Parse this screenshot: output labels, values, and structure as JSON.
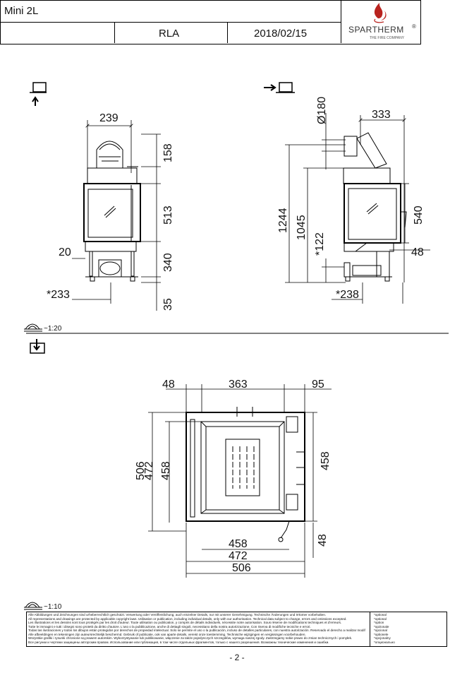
{
  "title_block": {
    "model": "Mini 2L",
    "code": "RLA",
    "date": "2018/02/15",
    "brand": "SPARTHERM",
    "brand_mark": "®",
    "brand_sub": "THE FIRE COMPANY"
  },
  "views": {
    "front": {
      "dims": {
        "top_width": "239",
        "top_height": "158",
        "glass_height": "513",
        "left_offset": "20",
        "base_height": "340",
        "base_width": "*233",
        "foot_height": "35"
      }
    },
    "side": {
      "dims": {
        "flue_diameter": "Ø180",
        "flue_offset": "333",
        "total_height": "1244",
        "inner_height": "1045",
        "air_inlet_height": "*122",
        "door_height": "540",
        "door_offset": "48",
        "base_depth": "*238"
      }
    },
    "scale_1": "~1:20",
    "plan": {
      "dims": {
        "top_left": "48",
        "top_mid": "363",
        "top_right": "95",
        "left_outer": "506",
        "left_mid": "472",
        "left_inner": "458",
        "right": "458",
        "bottom_1": "458",
        "bottom_2": "472",
        "bottom_3": "506",
        "bottom_right": "48"
      }
    },
    "scale_2": "~1:10"
  },
  "disclaimer": {
    "lines": [
      "Alle Abbildungen und Zeichnungen sind urheberrechtlich geschützt. Verwertung oder Veröffentlichung, auch einzelner Details, nur mit unserer Genehmigung. Technische Änderungen und Irrtümer vorbehalten.",
      "All representations and drawings are protected by applicable copyright laws. Utilisation or publication, including individual details, only with our authorisation. Technical data subject to change, errors and omissions excepted.",
      "Les illustrations et les dessins sont tous protégés par les droit d'auteur. Toute utilisation ou publication, y compris de détails individuels, nécessite notre autorisation. Sous réserve de modifications techniques et d'erreurs.",
      "Tutte le immagini e tutti i disegni sono protetti da diritto d'autore. L'uso o la pubblicazione, anche di dettagli singoli, necessitano della nostra autorizzazione. Con riserva di modifiche tecniche e errori.",
      "Todas las ilustraciones y todos los dibujos están protegidos por derechos de propiedad intelectual. Solo se permite el uso o la publicación, incluso de detalles particulares, con nuestra autorización. Reservado el derecho a realizar modificaciones técnicas y corrección de errores.",
      "Alle afbeeldingen en tekeningen zijn auteursrechtelijk beschermd. Gebruik of publicatie, ook van aparte details, vereist onze toestemming. Technische wijzigingen en vergissingen voorbehouden.",
      "Wszystkie grafiki i rysunki chronione są prawem autorskim. Wykorzystywanie lub publikowanie, włączenie za także pojedynczych szczegółów, wymaga naszej zgody. Zastrzegamy sobie prawo do zmian technicznych i pomyłek.",
      "Все рисунки и чертежи защищены авторским правом. Использование или публикация, в том числе отдельных фрагментов, только с нашего разрешения. Возможны технические изменения и ошибки."
    ],
    "notes": [
      "*optional",
      "*optional",
      "*option",
      "*opzionale",
      "*opcional",
      "*optionele",
      "*opcjonalny",
      "*опционально"
    ]
  },
  "page_number": "- 2 -"
}
